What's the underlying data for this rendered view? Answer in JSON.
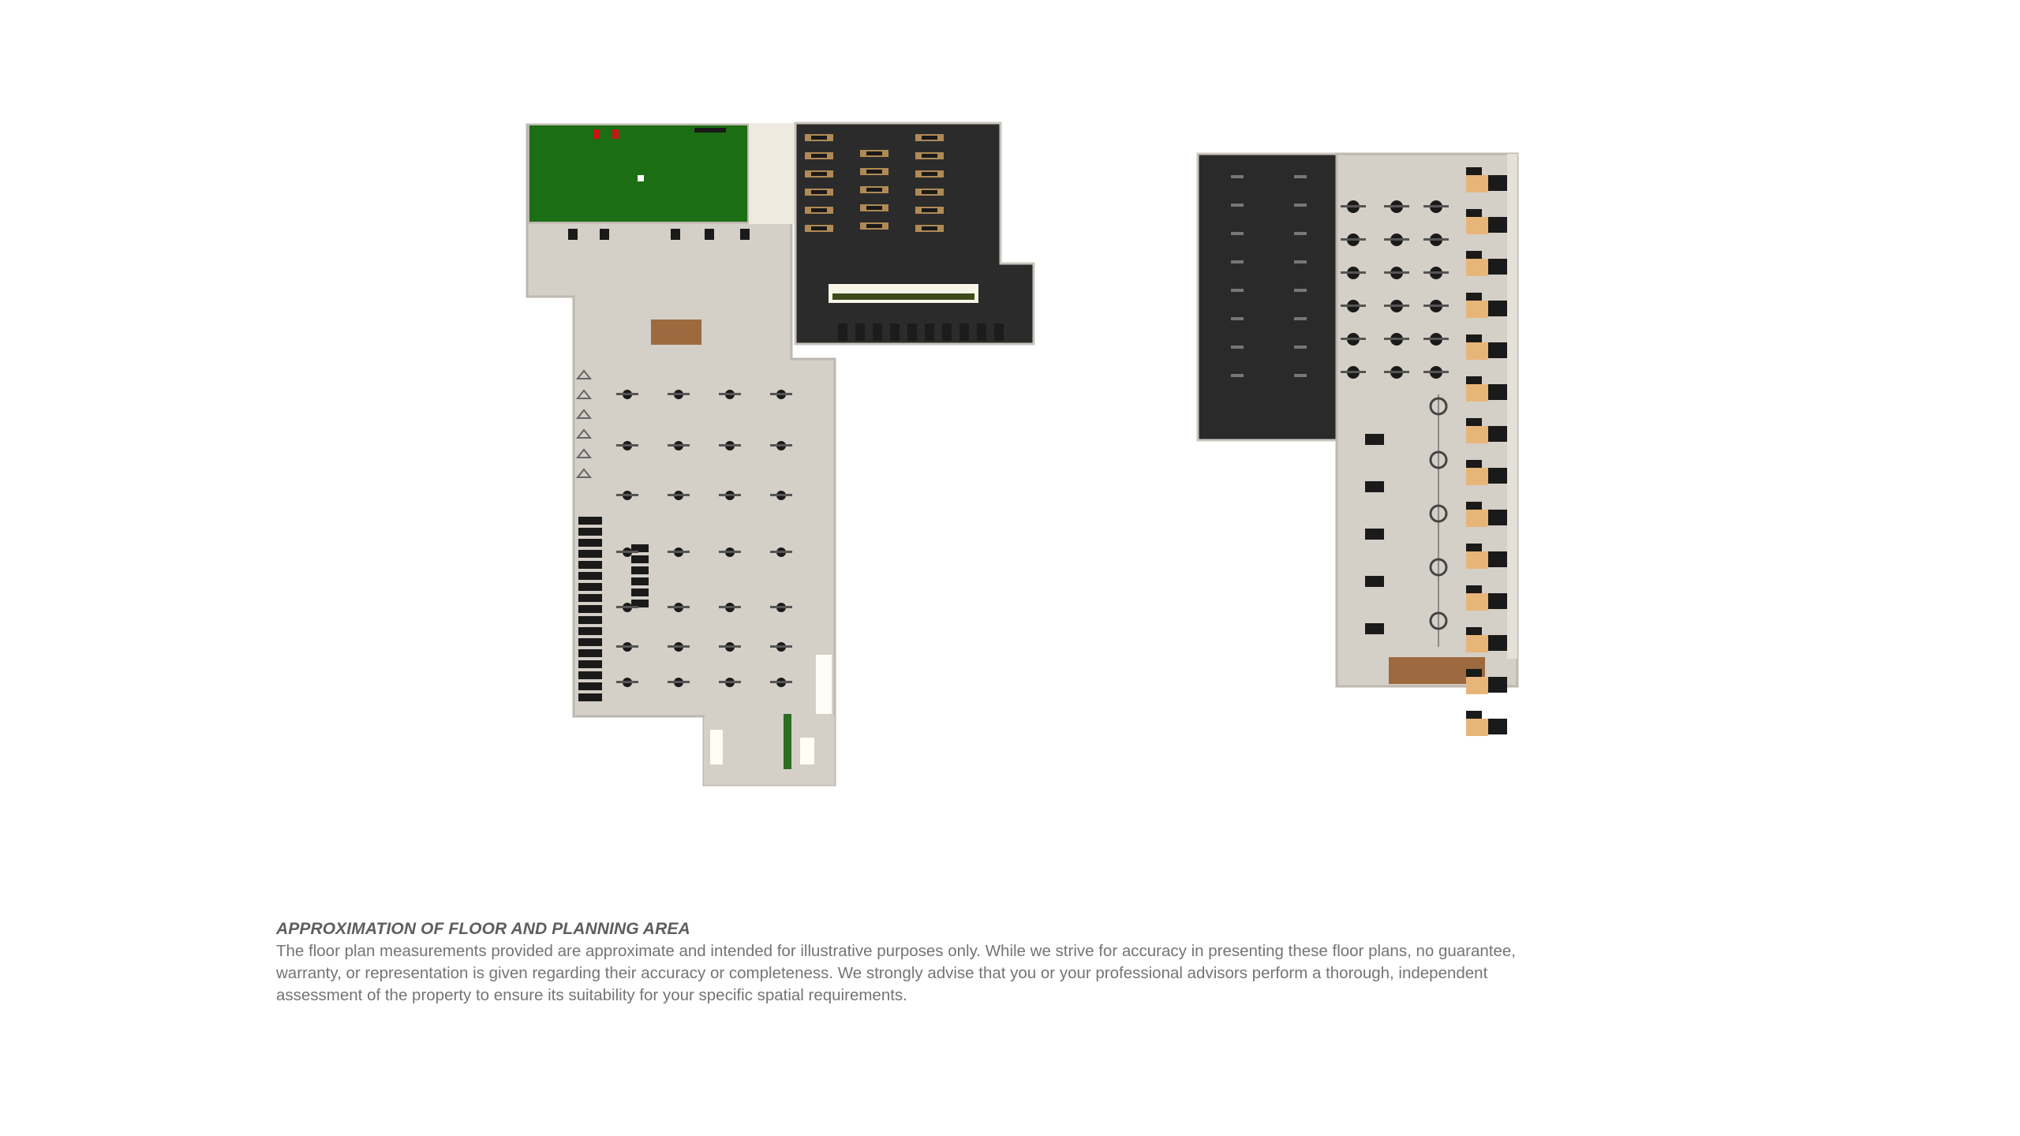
{
  "disclaimer": {
    "title": "APPROXIMATION OF FLOOR AND PLANNING AREA",
    "body": "The floor plan measurements provided are approximate and intended for illustrative purposes only. While we strive for accuracy in presenting these floor plans, no guarantee, warranty, or representation is given regarding their accuracy or completeness. We strongly advise that you or your professional advisors perform a thorough, independent assessment of the property to ensure its suitability for your specific spatial requirements."
  },
  "colors": {
    "floor": "#d4cfc7",
    "floor_edge": "#bdb8b0",
    "dark_room": "#2a2a2a",
    "turf": "#1c6e14",
    "wood": "#9c6a3e",
    "bench": "#e8b579",
    "equipment": "#1a1a1a",
    "wall": "#e9e5dc"
  },
  "floor_plans": [
    {
      "name": "floor-plan-left"
    },
    {
      "name": "floor-plan-right"
    }
  ]
}
